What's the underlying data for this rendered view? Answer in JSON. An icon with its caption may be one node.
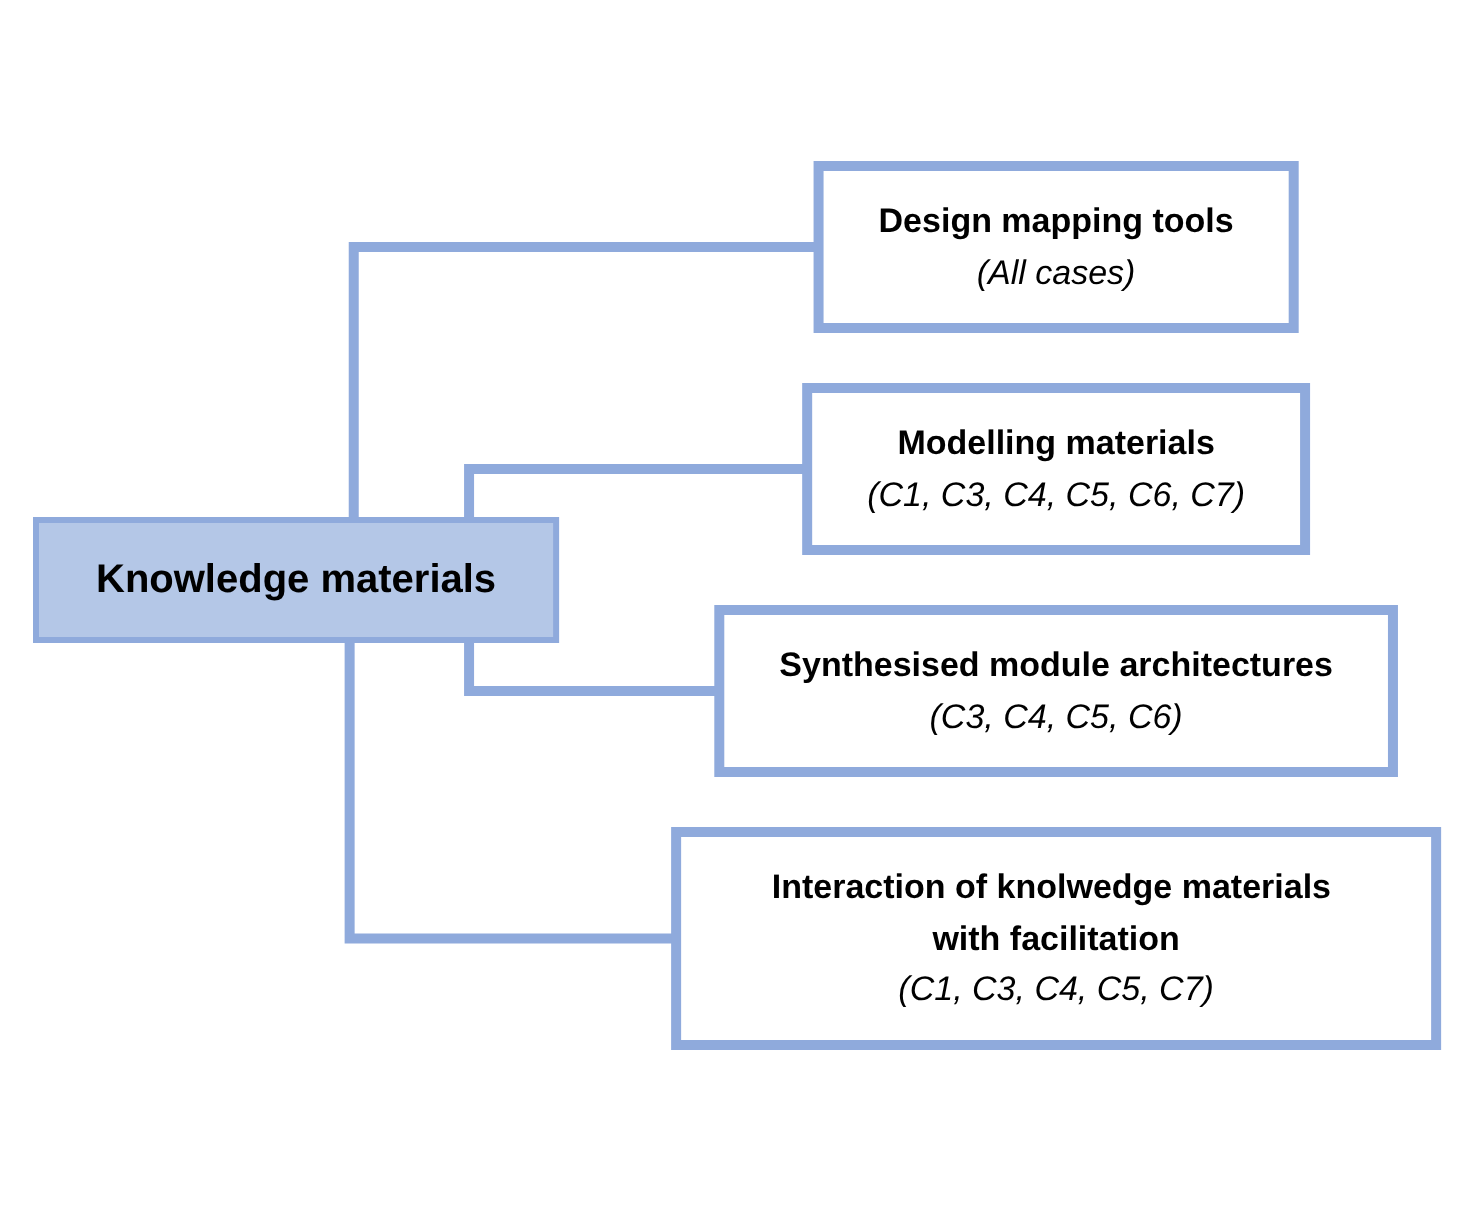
{
  "diagram": {
    "nodes": [
      {
        "text": [
          "Knowledge materials"
        ]
      },
      {
        "text": [
          "Design mapping tools",
          "(All cases)"
        ]
      },
      {
        "text": [
          "Modelling materials",
          "(C1, C3, C4, C5, C6, C7)"
        ]
      },
      {
        "text": [
          "Synthesised module architectures",
          "(C3, C4, C5, C6)"
        ]
      },
      {
        "text": [
          "Interaction of knolwedge materials with facilitation",
          "(C1, C3, C4, C5, C7)"
        ]
      }
    ],
    "edges": [
      {
        "from": 0,
        "to": 1,
        "arrow": "none"
      },
      {
        "from": 0,
        "to": 2,
        "arrow": "none"
      },
      {
        "from": 0,
        "to": 3,
        "arrow": "none"
      },
      {
        "from": 0,
        "to": 4,
        "arrow": "none"
      }
    ]
  }
}
